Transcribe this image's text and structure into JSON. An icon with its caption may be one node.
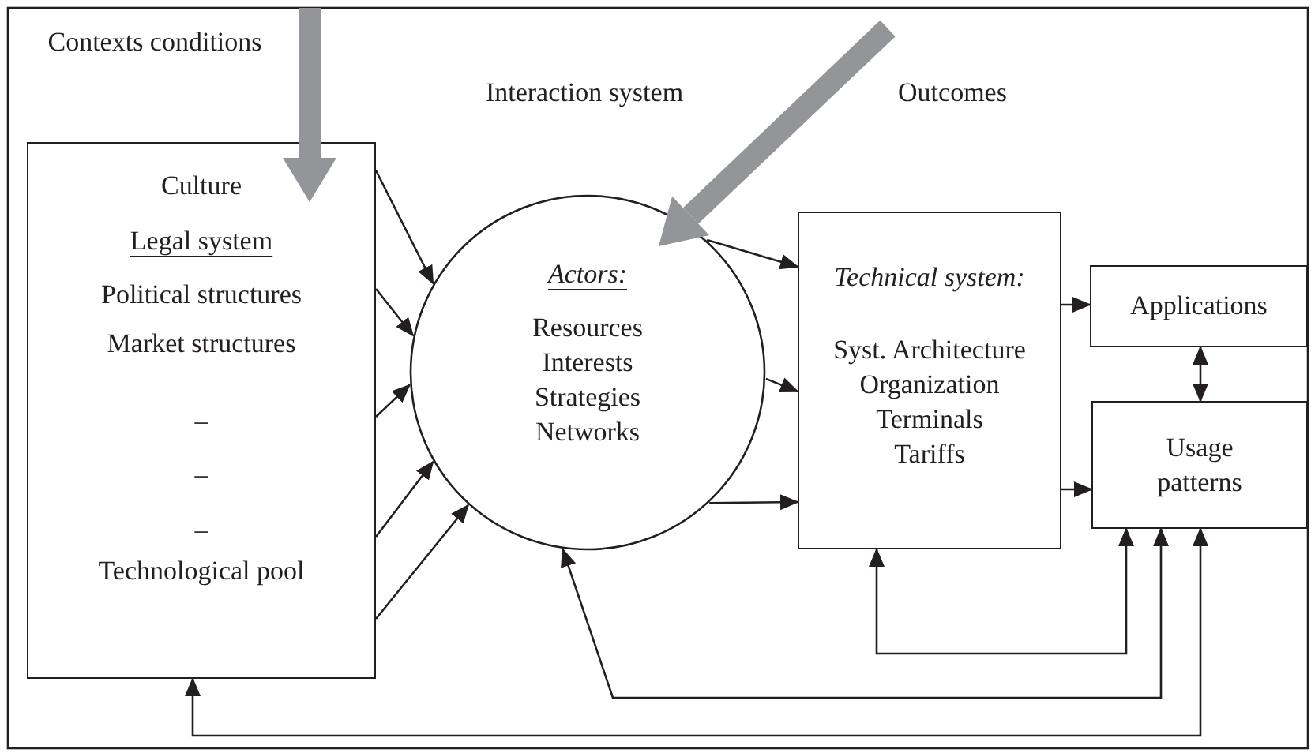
{
  "diagram": {
    "nodes": [
      {
        "text": [
          "Culture",
          "Legal system",
          "Political structures",
          "Market structures",
          "–",
          "–",
          "–",
          "Technological pool"
        ]
      },
      {
        "text": [
          "Actors:",
          "Resources",
          "Interests",
          "Strategies",
          "Networks"
        ]
      },
      {
        "text": [
          "Technical system:",
          "Syst. Architecture",
          "Organization",
          "Terminals",
          "Tariffs"
        ]
      },
      {
        "text": [
          "Applications"
        ]
      },
      {
        "text": [
          "Usage patterns"
        ]
      }
    ],
    "edges": [
      {
        "from": null,
        "to": 0,
        "arrow": "to",
        "style": "thick",
        "color": "#939598"
      },
      {
        "from": null,
        "to": 1,
        "arrow": "to",
        "style": "thick",
        "color": "#939598"
      },
      {
        "from": 0,
        "to": 1,
        "arrow": "to"
      },
      {
        "from": 0,
        "to": 1,
        "arrow": "to"
      },
      {
        "from": 0,
        "to": 1,
        "arrow": "to"
      },
      {
        "from": 0,
        "to": 1,
        "arrow": "to"
      },
      {
        "from": 0,
        "to": 1,
        "arrow": "to"
      },
      {
        "from": 1,
        "to": 2,
        "arrow": "to"
      },
      {
        "from": 1,
        "to": 2,
        "arrow": "to"
      },
      {
        "from": 1,
        "to": 2,
        "arrow": "to"
      },
      {
        "from": 2,
        "to": 3,
        "arrow": "to"
      },
      {
        "from": 2,
        "to": 4,
        "arrow": "to"
      },
      {
        "from": 3,
        "to": 4,
        "arrow": "both"
      },
      {
        "from": 4,
        "to": 2,
        "arrow": "both"
      },
      {
        "from": 4,
        "to": 1,
        "arrow": "both"
      },
      {
        "from": 4,
        "to": 0,
        "arrow": "both"
      }
    ],
    "labels": [
      "Contexts conditions",
      "Interaction system",
      "Outcomes"
    ]
  }
}
